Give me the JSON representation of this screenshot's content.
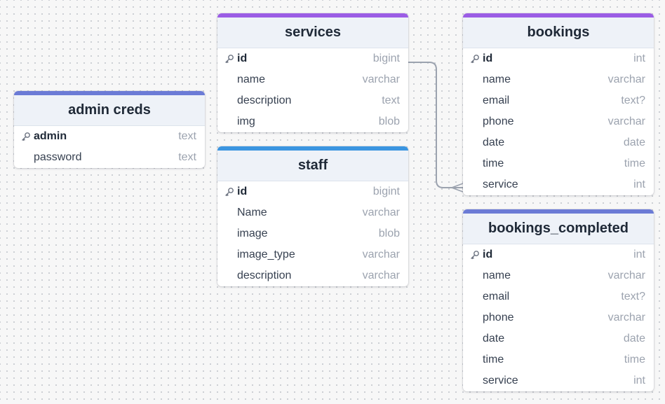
{
  "colors": {
    "admin_creds": "#6b7bd6",
    "services": "#9b5de5",
    "staff": "#3b95e0",
    "bookings": "#9b5de5",
    "bookings_completed": "#6b7bd6",
    "edge": "#9ca3af"
  },
  "tables": {
    "admin_creds": {
      "title": "admin creds",
      "columns": [
        {
          "name": "admin",
          "type": "text",
          "pk": true
        },
        {
          "name": "password",
          "type": "text",
          "pk": false
        }
      ]
    },
    "services": {
      "title": "services",
      "columns": [
        {
          "name": "id",
          "type": "bigint",
          "pk": true
        },
        {
          "name": "name",
          "type": "varchar",
          "pk": false
        },
        {
          "name": "description",
          "type": "text",
          "pk": false
        },
        {
          "name": "img",
          "type": "blob",
          "pk": false
        }
      ]
    },
    "staff": {
      "title": "staff",
      "columns": [
        {
          "name": "id",
          "type": "bigint",
          "pk": true
        },
        {
          "name": "Name",
          "type": "varchar",
          "pk": false
        },
        {
          "name": "image",
          "type": "blob",
          "pk": false
        },
        {
          "name": "image_type",
          "type": "varchar",
          "pk": false
        },
        {
          "name": "description",
          "type": "varchar",
          "pk": false
        }
      ]
    },
    "bookings": {
      "title": "bookings",
      "columns": [
        {
          "name": "id",
          "type": "int",
          "pk": true
        },
        {
          "name": "name",
          "type": "varchar",
          "pk": false
        },
        {
          "name": "email",
          "type": "text?",
          "pk": false
        },
        {
          "name": "phone",
          "type": "varchar",
          "pk": false
        },
        {
          "name": "date",
          "type": "date",
          "pk": false
        },
        {
          "name": "time",
          "type": "time",
          "pk": false
        },
        {
          "name": "service",
          "type": "int",
          "pk": false
        }
      ]
    },
    "bookings_completed": {
      "title": "bookings_completed",
      "columns": [
        {
          "name": "id",
          "type": "int",
          "pk": true
        },
        {
          "name": "name",
          "type": "varchar",
          "pk": false
        },
        {
          "name": "email",
          "type": "text?",
          "pk": false
        },
        {
          "name": "phone",
          "type": "varchar",
          "pk": false
        },
        {
          "name": "date",
          "type": "date",
          "pk": false
        },
        {
          "name": "time",
          "type": "time",
          "pk": false
        },
        {
          "name": "service",
          "type": "int",
          "pk": false
        }
      ]
    }
  },
  "relations": [
    {
      "from": "services.id",
      "to": "bookings.service",
      "cardinality": "one-to-many"
    }
  ]
}
